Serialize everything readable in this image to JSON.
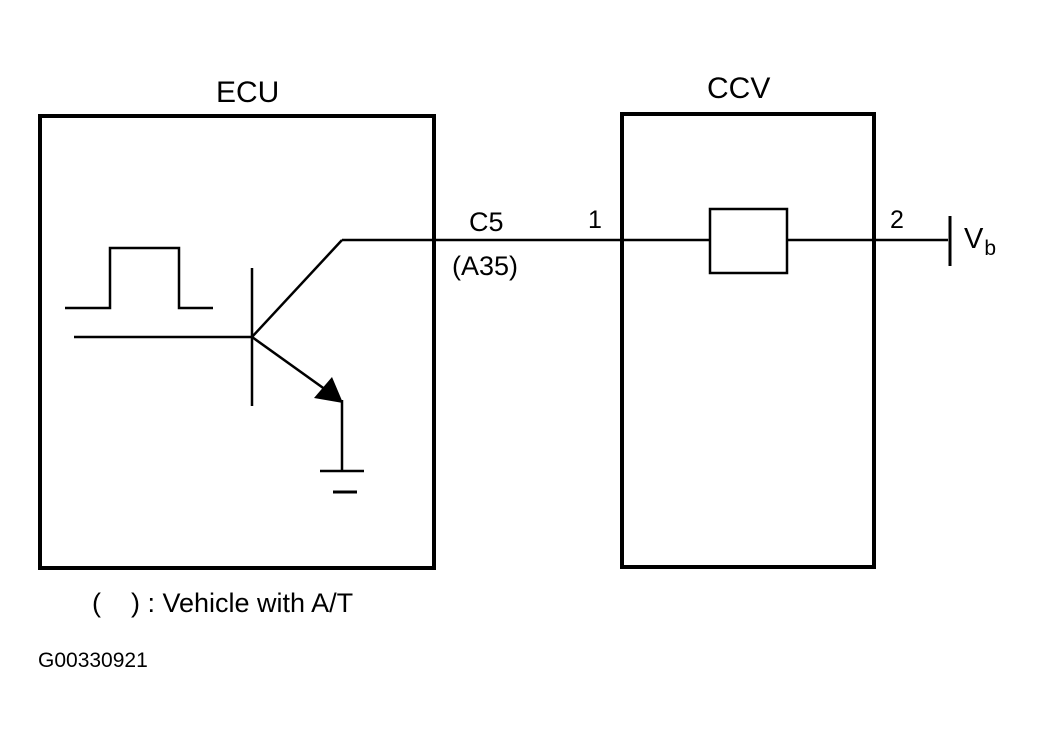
{
  "diagram": {
    "ecu": {
      "title": "ECU"
    },
    "ccv": {
      "title": "CCV"
    },
    "connector": {
      "name": "C5",
      "alt_name": "(A35)",
      "pin_ecu_side": "1",
      "pin_supply_side": "2"
    },
    "supply": {
      "label": "V",
      "subscript": "b"
    },
    "note": "(    ) : Vehicle with A/T",
    "figure_id": "G00330921"
  },
  "colors": {
    "line": "#000000",
    "background": "#ffffff"
  }
}
